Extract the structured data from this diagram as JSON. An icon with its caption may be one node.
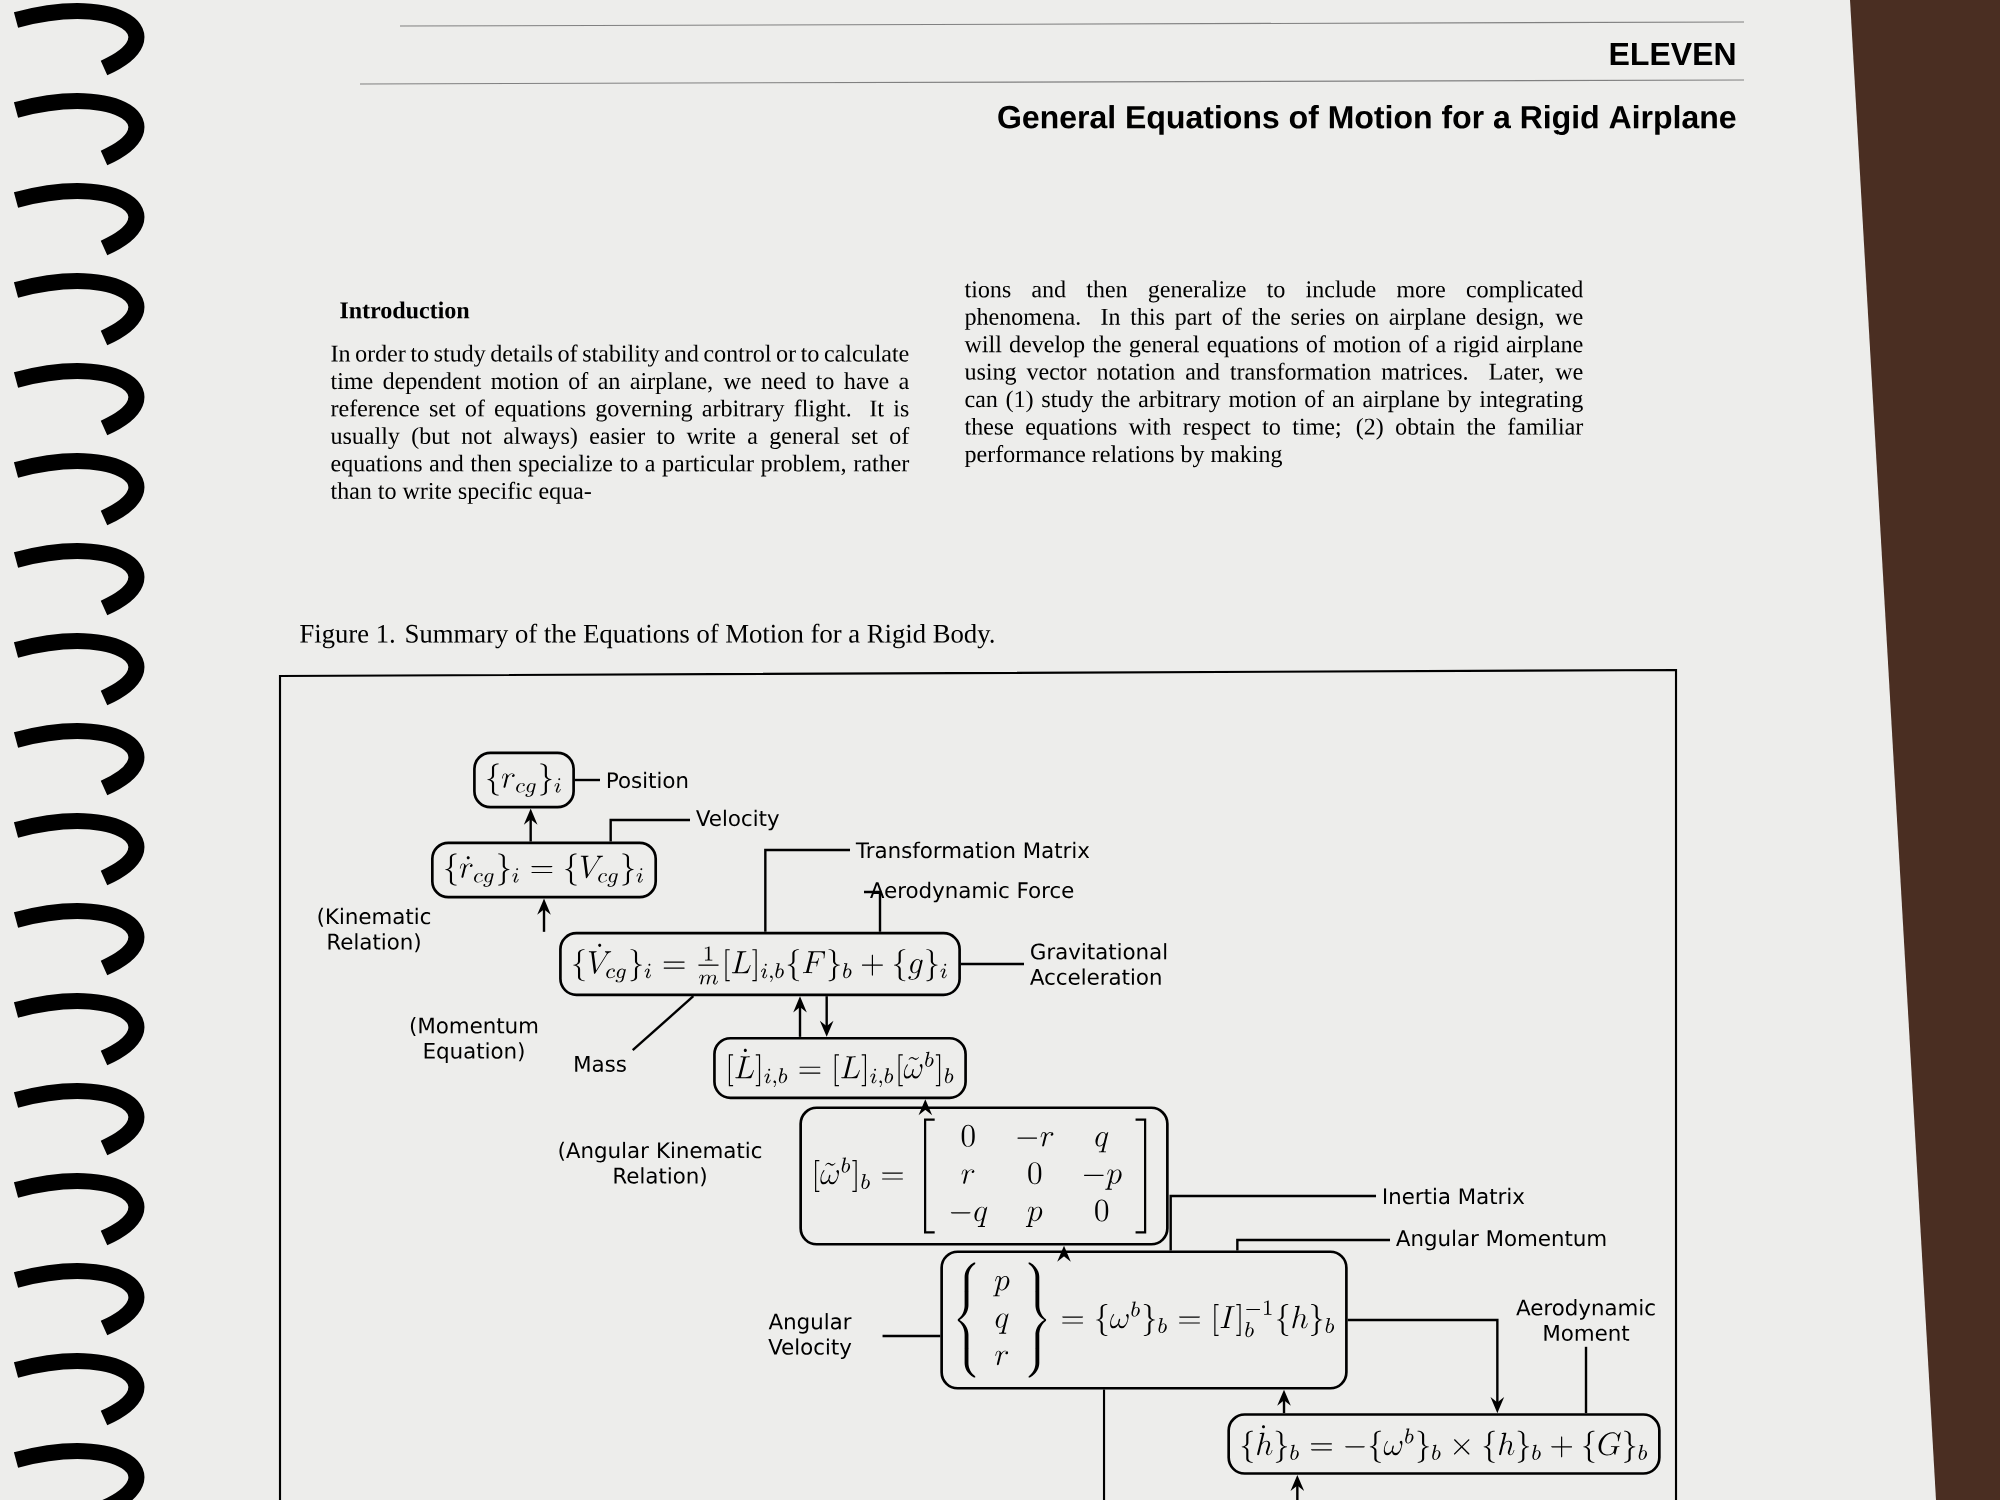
{
  "diagram": {
    "title": "General Equations of Motion for a Rigid Airplane",
    "caption": "Figure 1. Summary of the Equations of Motion for a Rigid Body.",
    "nodes": [
      {
        "text": [
          "\\{r_{cg}\\}_i"
        ]
      },
      {
        "text": [
          "Position"
        ]
      },
      {
        "text": [
          "\\{\\dot{r}_{cg}\\}_i = \\{V_{cg}\\}_i"
        ]
      },
      {
        "text": [
          "Velocity"
        ]
      },
      {
        "text": [
          "Transformation Matrix"
        ]
      },
      {
        "text": [
          "Aerodynamic Force"
        ]
      },
      {
        "text": [
          "\\{\\dot{V}_{cg}\\}_i = \\frac{1}{m}[L]_{i,b}\\{F\\}_b + \\{g\\}_i"
        ]
      },
      {
        "text": [
          "Gravitational Acceleration"
        ]
      },
      {
        "text": [
          "Mass"
        ]
      },
      {
        "text": [
          "[\\dot{L}]_{i,b} = [L]_{i,b}[\\tilde{\\omega}^b]_b"
        ]
      },
      {
        "text": [
          "[\\tilde{\\omega}^b]_b = \\left[\\begin{array}{ccc}0 & -r & q\\\\ r & 0 & -p\\\\ -q & p & 0\\end{array}\\right]"
        ]
      },
      {
        "text": [
          "Inertia Matrix"
        ]
      },
      {
        "text": [
          "Angular Momentum"
        ]
      },
      {
        "text": [
          "Aerodynamic Moment"
        ]
      },
      {
        "text": [
          "Angular Velocity"
        ]
      },
      {
        "text": [
          "\\left\\{\\begin{array}{c}p\\\\ q\\\\ r\\end{array}\\right\\} = \\{\\omega^b\\}_b = [I]_b^{-1}\\{h\\}_b"
        ]
      },
      {
        "text": [
          "\\{\\dot{h}\\}_b = -\\{\\omega^b\\}_b \\times \\{h\\}_b + \\{G\\}_b"
        ]
      }
    ],
    "edges": [
      {
        "from": 1,
        "to": 0,
        "arrow": "none"
      },
      {
        "from": 3,
        "to": 2,
        "arrow": "none"
      },
      {
        "from": 4,
        "to": 6,
        "arrow": "none"
      },
      {
        "from": 5,
        "to": 6,
        "arrow": "none"
      },
      {
        "from": 7,
        "to": 6,
        "arrow": "none"
      },
      {
        "from": 8,
        "to": 6,
        "arrow": "none"
      },
      {
        "from": 2,
        "to": 0,
        "arrow": "to"
      },
      {
        "from": 6,
        "to": 2,
        "arrow": "to"
      },
      {
        "from": 9,
        "to": 6,
        "arrow": "to"
      },
      {
        "from": 6,
        "to": 9,
        "arrow": "to"
      },
      {
        "from": 10,
        "to": 9,
        "arrow": "to"
      },
      {
        "from": 15,
        "to": 10,
        "arrow": "to"
      },
      {
        "from": 15,
        "to": 16,
        "arrow": "to"
      },
      {
        "from": 16,
        "to": 15,
        "arrow": "to"
      },
      {
        "from": 14,
        "to": 15,
        "arrow": "none"
      },
      {
        "from": 11,
        "to": 15,
        "arrow": "none"
      },
      {
        "from": 12,
        "to": 15,
        "arrow": "none"
      },
      {
        "from": 13,
        "to": 16,
        "arrow": "none"
      },
      {
        "from": 15,
        "to": null,
        "arrow": "none"
      },
      {
        "from": null,
        "to": 16,
        "arrow": "to"
      }
    ],
    "labels": [
      "ELEVEN",
      "Introduction",
      "In order to study details of stability and control or to calculate time dependent motion of an airplane, we need to have a reference set of equations governing arbitrary flight. It is usually (but not always) easier to write a general set of equations and then specialize to a particular problem, rather than to write specific equa-",
      "tions and then generalize to include more complicated phenomena. In this part of the series on airplane design, we will develop the general equations of motion of a rigid airplane using vector notation and transformation matrices. Later, we can (1) study the arbitrary motion of an airplane by integrating these equations with respect to time; (2) obtain the familiar performance relations by making",
      "(Kinematic Relation)",
      "(Momentum Equation)",
      "(Angular Kinematic Relation)"
    ]
  }
}
